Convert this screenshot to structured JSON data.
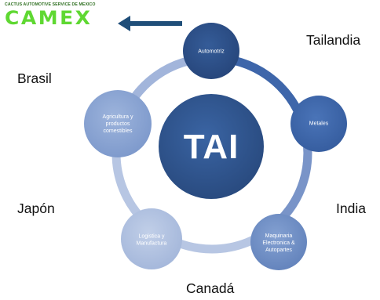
{
  "logo": {
    "tagline": "CACTUS AUTOMOTIVE SERVICE DE MEXICO",
    "wordmark": "CAMEX"
  },
  "diagram": {
    "center": {
      "label": "TAI"
    },
    "nodes": [
      {
        "label": "Automotriz"
      },
      {
        "label": "Metales"
      },
      {
        "label": "Maquinaria Electronica & Autopartes"
      },
      {
        "label": "Logistica y Manufactura"
      },
      {
        "label": "Agricultura y productos comestibles"
      }
    ]
  },
  "countries": {
    "tailandia": "Tailandia",
    "brasil": "Brasil",
    "japon": "Japón",
    "india": "India",
    "canada": "Canadá"
  },
  "colors": {
    "center_fill": "#2f5690",
    "automotriz_fill": "#2e5088",
    "metales_fill": "#3d65a8",
    "maquinaria_fill": "#6f8fc5",
    "logistica_fill": "#aebfde",
    "agricultura_fill": "#8aa5d3",
    "logo_green": "#5fd832",
    "arrow": "#1f4e79"
  }
}
